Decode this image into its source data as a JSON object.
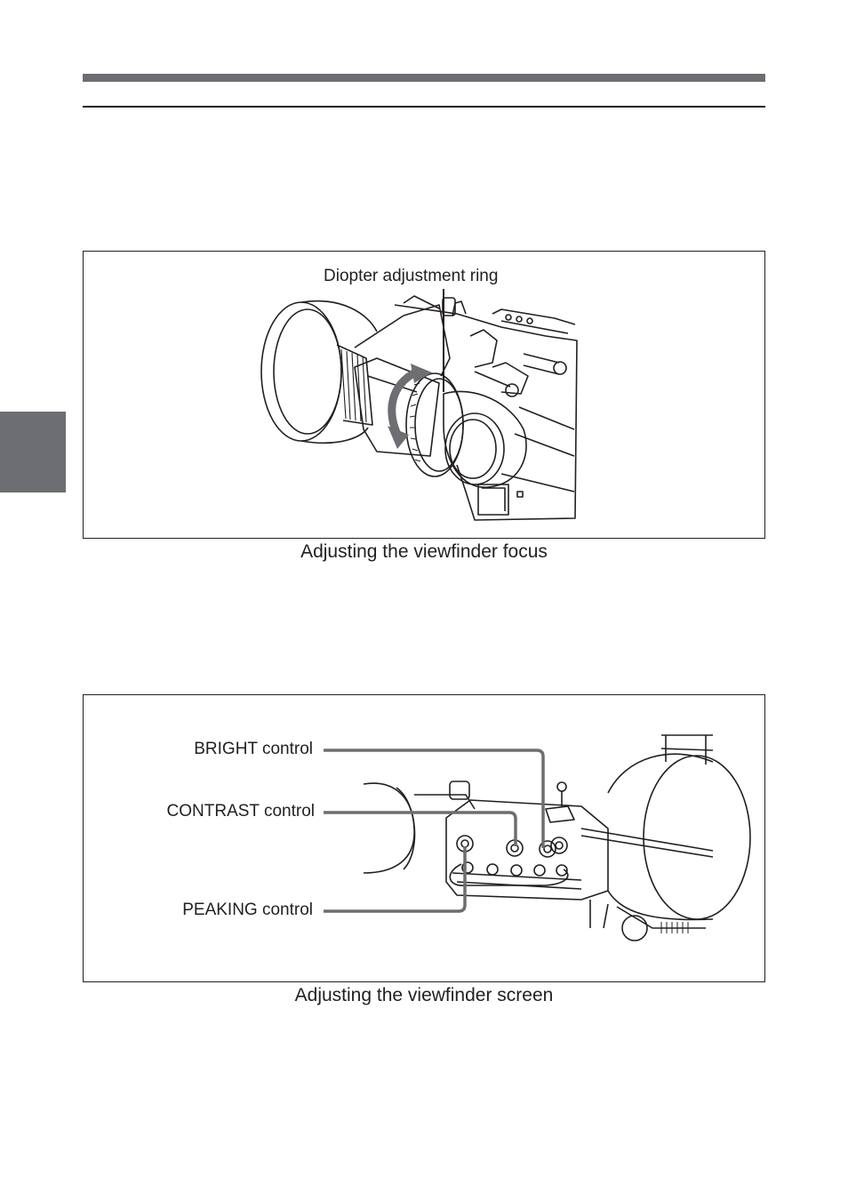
{
  "figures": [
    {
      "id": "viewfinder-focus",
      "caption": "Adjusting the viewfinder focus",
      "callouts": {
        "diopter_ring": "Diopter adjustment ring"
      }
    },
    {
      "id": "viewfinder-screen",
      "caption": "Adjusting the viewfinder screen",
      "callouts": {
        "bright": "BRIGHT control",
        "contrast": "CONTRAST control",
        "peaking": "PEAKING control"
      }
    }
  ],
  "colors": {
    "header_bar": "#6d6e71",
    "side_tab": "#6d6e71",
    "leader_line": "#6d6e71",
    "ink": "#231f20"
  }
}
